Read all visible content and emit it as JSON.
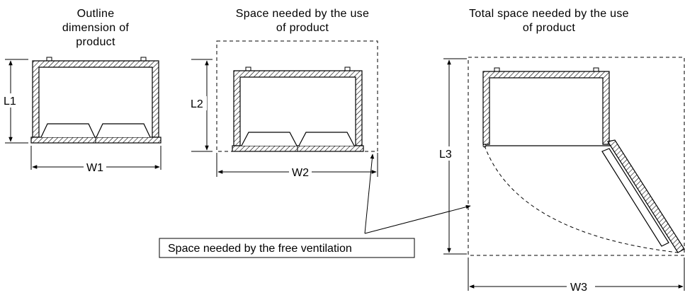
{
  "panels": {
    "outline": {
      "title_lines": [
        "Outline",
        "dimension of",
        "product"
      ],
      "length_label": "L1",
      "width_label": "W1"
    },
    "space_use": {
      "title_lines": [
        "Space needed by the use",
        "of product"
      ],
      "length_label": "L2",
      "width_label": "W2"
    },
    "total_space": {
      "title_lines": [
        "Total space needed by the use",
        "of product"
      ],
      "length_label": "L3",
      "width_label": "W3"
    }
  },
  "callout": {
    "label": "Space needed by the free ventilation"
  },
  "colors": {
    "line": "#000000",
    "background": "#ffffff"
  }
}
